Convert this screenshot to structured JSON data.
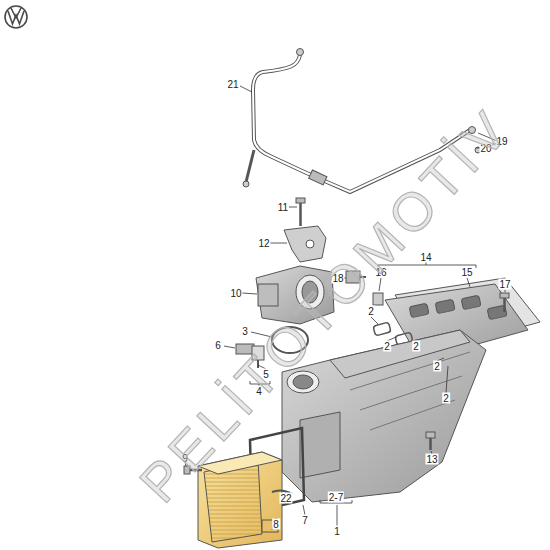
{
  "diagram": {
    "labels": [
      "21",
      "19",
      "20",
      "11",
      "12",
      "14",
      "16",
      "15",
      "18",
      "17",
      "10",
      "2",
      "3",
      "2",
      "6",
      "2",
      "5",
      "2",
      "4",
      "2",
      "9",
      "13",
      "22",
      "2-7",
      "8",
      "7",
      "1",
      "PELİTOTOMOTİV"
    ]
  }
}
